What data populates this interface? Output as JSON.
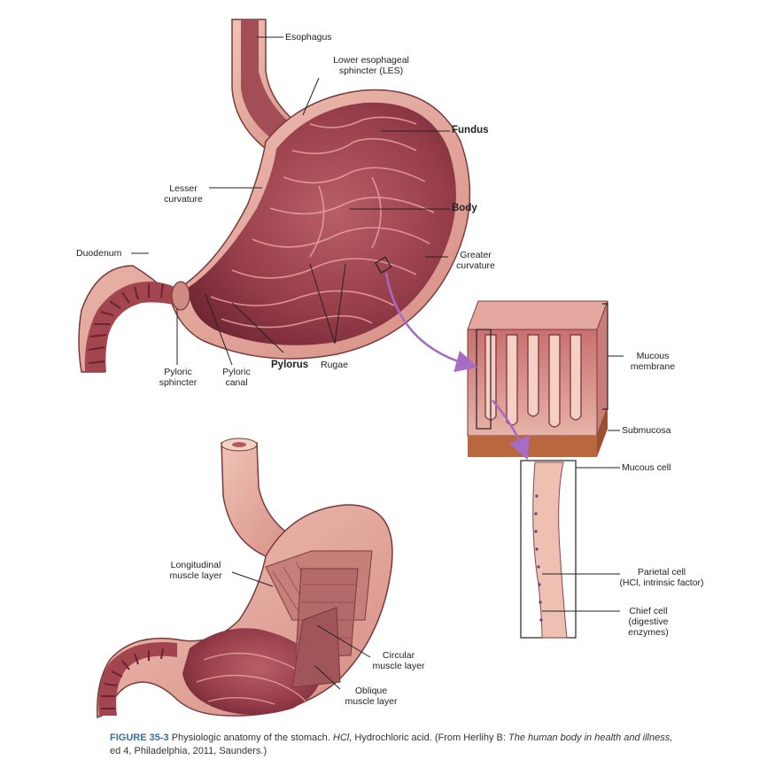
{
  "labels": {
    "esophagus": "Esophagus",
    "les_line1": "Lower esophageal",
    "les_line2": "sphincter (LES)",
    "fundus": "Fundus",
    "lesser_line1": "Lesser",
    "lesser_line2": "curvature",
    "body": "Body",
    "duodenum": "Duodenum",
    "greater_line1": "Greater",
    "greater_line2": "curvature",
    "pyloric_sphincter_line1": "Pyloric",
    "pyloric_sphincter_line2": "sphincter",
    "pyloric_canal_line1": "Pyloric",
    "pyloric_canal_line2": "canal",
    "pylorus": "Pylorus",
    "rugae": "Rugae",
    "mucous_membrane_line1": "Mucous",
    "mucous_membrane_line2": "membrane",
    "submucosa": "Submucosa",
    "mucous_cell": "Mucous cell",
    "parietal_line1": "Parietal cell",
    "parietal_line2": "(HCl, intrinsic factor)",
    "chief_line1": "Chief cell",
    "chief_line2": "(digestive",
    "chief_line3": "enzymes)",
    "longitudinal_line1": "Longitudinal",
    "longitudinal_line2": "muscle layer",
    "circular_line1": "Circular",
    "circular_line2": "muscle layer",
    "oblique_line1": "Oblique",
    "oblique_line2": "muscle layer"
  },
  "caption": {
    "figure_number": "FIGURE 35-3",
    "text_a": "Physiologic anatomy of the stomach.",
    "hcl": "HCl,",
    "text_b": "Hydrochloric acid. (From Herlihy B:",
    "book_title": "The human body in health and illness,",
    "text_c": "ed 4, Philadelphia, 2011, Saunders.)"
  },
  "colors": {
    "mucosa": "#9a3e4a",
    "mucosa_dark": "#6e2230",
    "wall": "#c9857f",
    "outer": "#e7aea2",
    "leader": "#222222",
    "arrow": "#a66bc4",
    "caption_accent": "#3a6ea5"
  }
}
